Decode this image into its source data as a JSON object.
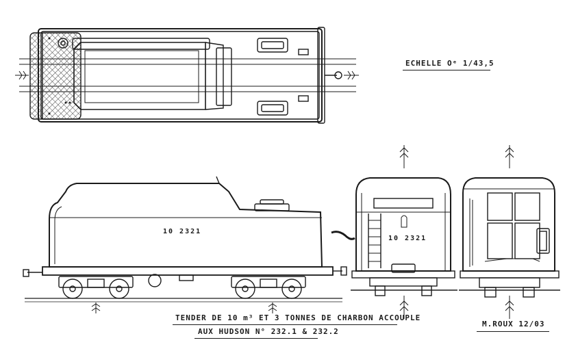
{
  "labels": {
    "scale": "ECHELLE Oᵉ 1/43,5",
    "caption_line1": "TENDER DE 10 m³ ET 3 TONNES DE CHARBON ACCOUPLE",
    "caption_line2": "AUX HUDSON N° 232.1 & 232.2",
    "author": "M.ROUX 12/03",
    "number_side": "10 2321",
    "number_end": "10 2321"
  },
  "views": [
    "top-plan-view",
    "side-elevation",
    "rear-end-view",
    "front-end-view"
  ],
  "colors": {
    "ink": "#1a1a1a",
    "paper": "#ffffff",
    "hatch": "#444444"
  }
}
